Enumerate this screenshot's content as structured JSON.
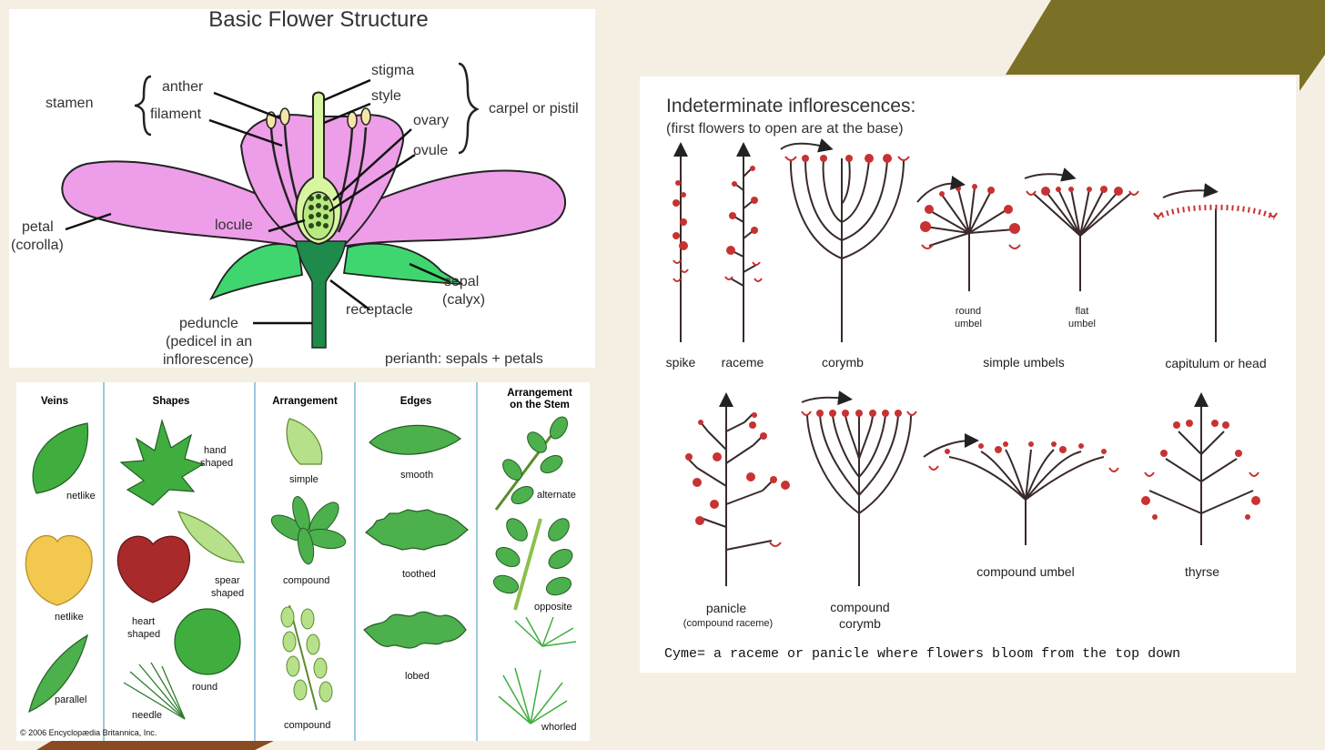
{
  "flower": {
    "title": "Basic Flower Structure",
    "stamen": "stamen",
    "anther": "anther",
    "filament": "filament",
    "stigma": "stigma",
    "style": "style",
    "ovary": "ovary",
    "ovule": "ovule",
    "carpel": "carpel or pistil",
    "petal": "petal",
    "corolla": "(corolla)",
    "locule": "locule",
    "sepal": "sepal",
    "calyx": "(calyx)",
    "receptacle": "receptacle",
    "peduncle": [
      "peduncle",
      "(pedicel in an",
      "inflorescence)"
    ],
    "perianth": "perianth: sepals + petals"
  },
  "leaves": {
    "headers": [
      "Veins",
      "Shapes",
      "Arrangement",
      "Edges",
      "Arrangement",
      "on the Stem"
    ],
    "veins": [
      "netlike",
      "netlike",
      "parallel"
    ],
    "shapes": [
      "hand",
      "shaped",
      "spear",
      "shaped",
      "heart",
      "shaped",
      "round",
      "needle"
    ],
    "arrangement": [
      "simple",
      "compound",
      "compound"
    ],
    "edges": [
      "smooth",
      "toothed",
      "lobed"
    ],
    "stem": [
      "alternate",
      "opposite",
      "whorled"
    ],
    "copyright": "© 2006 Encyclopædia Britannica, Inc."
  },
  "inflorescence": {
    "title": "Indeterminate inflorescences:",
    "subtitle": "(first flowers to open are at the base)",
    "labels": [
      "spike",
      "raceme",
      "corymb",
      "simple umbels",
      "capitulum or head",
      "panicle",
      "(compound raceme)",
      "compound",
      "corymb",
      "compound umbel",
      "thyrse"
    ],
    "umbel_small": [
      "round",
      "umbel",
      "flat",
      "umbel"
    ],
    "cyme_note": "Cyme= a raceme or panicle where flowers bloom from the top down"
  },
  "colors": {
    "background": "#f5efe3",
    "olive": "#7a7126",
    "brown": "#8a4b22",
    "petal": "#ee9ee8",
    "sepal": "#3fd66f",
    "flower_red": "#c83232"
  }
}
